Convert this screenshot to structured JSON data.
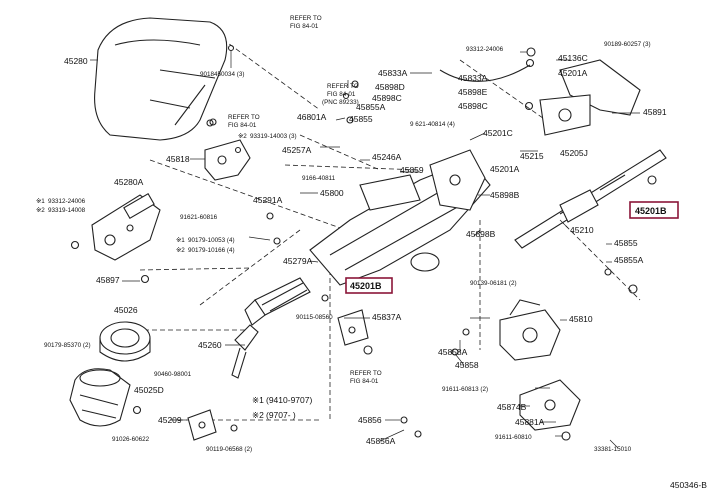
{
  "diagram": {
    "code": "450346-B",
    "highlight_color": "#8a1538",
    "highlighted_parts": [
      "45201B",
      "45201B"
    ],
    "parts": [
      "45280",
      "9018450034 (3)",
      "REFER TO",
      "FIG 84-01",
      "93312-24006",
      "45136C",
      "90189-60257 (3)",
      "45833A",
      "45833A",
      "45898D",
      "45898C",
      "45898E",
      "45898C",
      "45201A",
      "REFER TO",
      "FIG 84-01",
      "(PNC 89233)",
      "45891",
      "46801A",
      "45855A",
      "REFER TO",
      "FIG 84-01",
      "45855",
      "9 621-40814 (4)",
      "45201C",
      "93319-14003 (3)",
      "45215",
      "45257A",
      "45246A",
      "45818",
      "45859",
      "45205J",
      "45201A",
      "9166-40811",
      "45280A",
      "45291A",
      "45800",
      "45898B",
      "93312-24006",
      "93319-14008",
      "91621-60816",
      "45898B",
      "45210",
      "90179-10053 (4)",
      "90179-10166 (4)",
      "45855",
      "45855A",
      "45279A",
      "45897",
      "45201B",
      "90139-06181 (2)",
      "45026",
      "90115-08560",
      "45837A",
      "45810",
      "90179-85370 (2)",
      "45260",
      "90460-98001",
      "45858A",
      "45858",
      "REFER TO",
      "FIG 84-01",
      "45025D",
      "91611-60813 (2)",
      "45874B",
      "45209",
      "45856",
      "45881A",
      "91026-60622",
      "90119-06568 (2)",
      "45856A",
      "91611-60810",
      "33381-15010"
    ],
    "legend": [
      {
        "mark": "※1",
        "text": "(9410-9707)"
      },
      {
        "mark": "※2",
        "text": "(9707-      )"
      }
    ],
    "markers": {
      "one": "※1",
      "two": "※2"
    }
  }
}
